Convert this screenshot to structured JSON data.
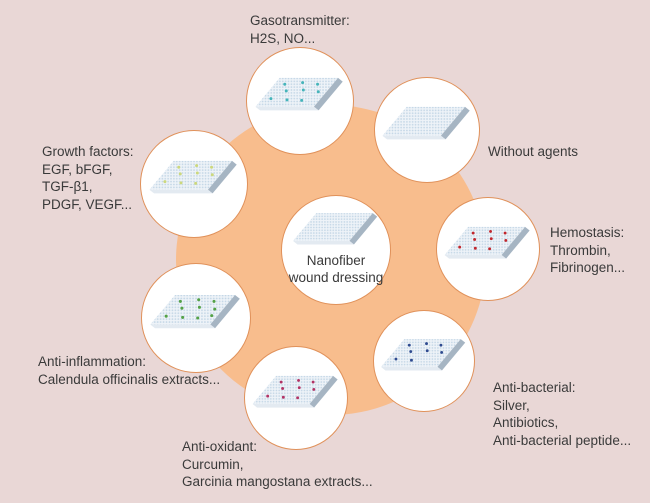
{
  "figure": {
    "background_color": "#e9d7d6",
    "hub_color": "#f8bd8d",
    "circle_border_color": "#e0915a",
    "text_color": "#3a3a3a",
    "sheet": {
      "face_color": "#eef3f8",
      "texture_dot_color": "#c3d6e6",
      "side_edge_color": "#a6b5c3",
      "bottom_edge_color": "#e3eaf1",
      "agent_dot_positions": [
        [
          0.18,
          0.78
        ],
        [
          0.46,
          0.84
        ],
        [
          0.74,
          0.78
        ],
        [
          0.3,
          0.55
        ],
        [
          0.58,
          0.58
        ],
        [
          0.86,
          0.52
        ],
        [
          0.15,
          0.28
        ],
        [
          0.44,
          0.24
        ],
        [
          0.7,
          0.22
        ],
        [
          0.9,
          0.3
        ]
      ]
    }
  },
  "hub": {
    "label_lines": [
      "Nanofiber",
      "wound dressing"
    ],
    "dot_color": null
  },
  "nodes": [
    {
      "id": "gasotransmitter",
      "label_lines": [
        "Gasotransmitter:",
        "H2S, NO..."
      ],
      "dot_color": "#45b4ba",
      "dot_count": 9
    },
    {
      "id": "without-agents",
      "label_lines": [
        "Without agents"
      ],
      "dot_color": null,
      "dot_count": 0
    },
    {
      "id": "hemostasis",
      "label_lines": [
        "Hemostasis:",
        "Thrombin,",
        "Fibrinogen..."
      ],
      "dot_color": "#c1272d",
      "dot_count": 9
    },
    {
      "id": "anti-bacterial",
      "label_lines": [
        "Anti-bacterial:",
        "Silver,",
        "Antibiotics,",
        "Anti-bacterial peptide..."
      ],
      "dot_color": "#2e4a8f",
      "dot_count": 8
    },
    {
      "id": "anti-oxidant",
      "label_lines": [
        "Anti-oxidant:",
        "Curcumin,",
        "Garcinia mangostana extracts..."
      ],
      "dot_color": "#b23365",
      "dot_count": 9
    },
    {
      "id": "anti-inflammation",
      "label_lines": [
        "Anti-inflammation:",
        "Calendula officinalis extracts..."
      ],
      "dot_color": "#53a147",
      "dot_count": 10
    },
    {
      "id": "growth-factors",
      "label_lines": [
        "Growth factors:",
        "EGF, bFGF,",
        "TGF-β1,",
        "PDGF, VEGF..."
      ],
      "dot_color": "#ccd87d",
      "dot_count": 9
    }
  ]
}
